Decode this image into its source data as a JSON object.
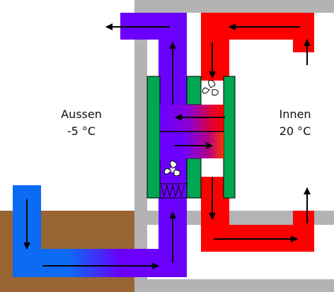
{
  "outside": {
    "label": "Aussen",
    "temperature": "-5 °C"
  },
  "inside": {
    "label": "Innen",
    "temperature": "20 °C"
  },
  "colors": {
    "wall": "#b3b3b3",
    "soil": "#996633",
    "cold": "#0b6bf5",
    "exhaust": "#6b00ff",
    "warm": "#ff0000",
    "core": "#00a651",
    "arrow": "#000000"
  }
}
